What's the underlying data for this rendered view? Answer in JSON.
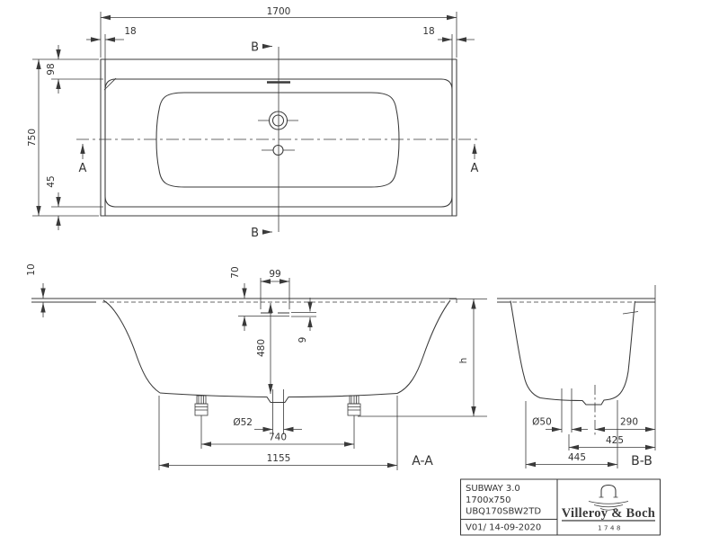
{
  "drawing": {
    "top_view": {
      "dim_length": "1700",
      "dim_width": "750",
      "dim_rim_left": "18",
      "dim_rim_right": "18",
      "dim_head_ledge": "98",
      "dim_foot_ledge": "45",
      "section_marker_a": "A",
      "section_marker_b": "B"
    },
    "section_aa": {
      "label": "A-A",
      "dim_rim_thickness": "10",
      "dim_overflow_drop": "70",
      "dim_overflow_width": "99",
      "dim_overflow_slot": "9",
      "dim_depth": "480",
      "dim_height": "h",
      "dim_drain_diameter": "Ø52",
      "dim_feet_spacing": "740",
      "dim_base_length": "1155"
    },
    "section_bb": {
      "label": "B-B",
      "dim_drain_diameter": "Ø50",
      "dim_drain_to_edge": "290",
      "dim_drain_center": "425",
      "dim_base_width": "445"
    }
  },
  "title_block": {
    "model": "SUBWAY 3.0",
    "size": "1700x750",
    "article_number": "UBQ170SBW2TD",
    "revision": "V01/ 14-09-2020",
    "brand": "Villeroy & Boch",
    "brand_year": "1748"
  }
}
